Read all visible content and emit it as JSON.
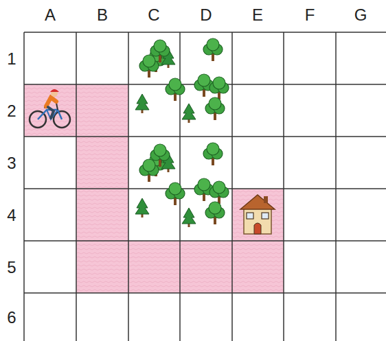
{
  "diagram": {
    "labels": [
      "A",
      "B",
      "C",
      "D",
      "E",
      "F",
      "G",
      "1",
      "2",
      "3",
      "4",
      "5",
      "6"
    ]
  }
}
